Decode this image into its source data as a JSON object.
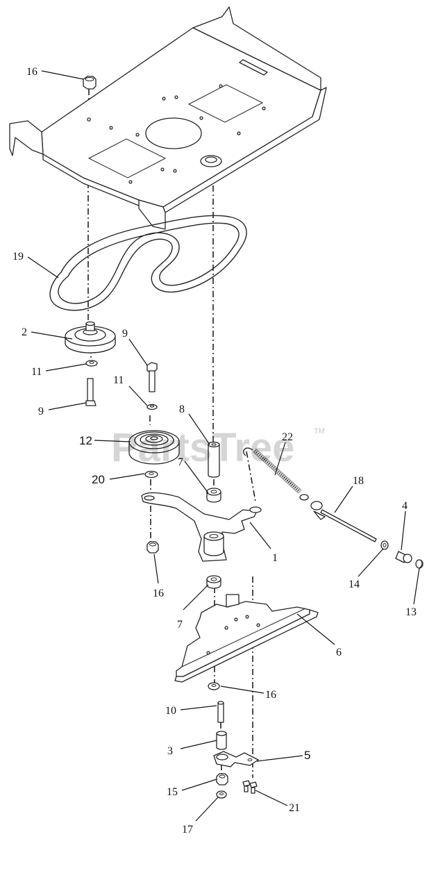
{
  "watermark": {
    "text": "PartsTree",
    "trademark": "TM"
  },
  "callouts": [
    {
      "id": "c16a",
      "text": "16"
    },
    {
      "id": "c19",
      "text": "19"
    },
    {
      "id": "c2",
      "text": "2"
    },
    {
      "id": "c9a",
      "text": "9"
    },
    {
      "id": "c11a",
      "text": "11"
    },
    {
      "id": "c11b",
      "text": "11"
    },
    {
      "id": "c9b",
      "text": "9"
    },
    {
      "id": "c8",
      "text": "8"
    },
    {
      "id": "c22",
      "text": "22"
    },
    {
      "id": "c12",
      "text": "12"
    },
    {
      "id": "c7a",
      "text": "7"
    },
    {
      "id": "c18",
      "text": "18"
    },
    {
      "id": "c20",
      "text": "20"
    },
    {
      "id": "c4",
      "text": "4"
    },
    {
      "id": "c1",
      "text": "1"
    },
    {
      "id": "c14",
      "text": "14"
    },
    {
      "id": "c16b",
      "text": "16"
    },
    {
      "id": "c13",
      "text": "13"
    },
    {
      "id": "c7b",
      "text": "7"
    },
    {
      "id": "c6",
      "text": "6"
    },
    {
      "id": "c16c",
      "text": "16"
    },
    {
      "id": "c10",
      "text": "10"
    },
    {
      "id": "c3",
      "text": "3"
    },
    {
      "id": "c5",
      "text": "5"
    },
    {
      "id": "c15",
      "text": "15"
    },
    {
      "id": "c21",
      "text": "21"
    },
    {
      "id": "c17",
      "text": "17"
    }
  ]
}
